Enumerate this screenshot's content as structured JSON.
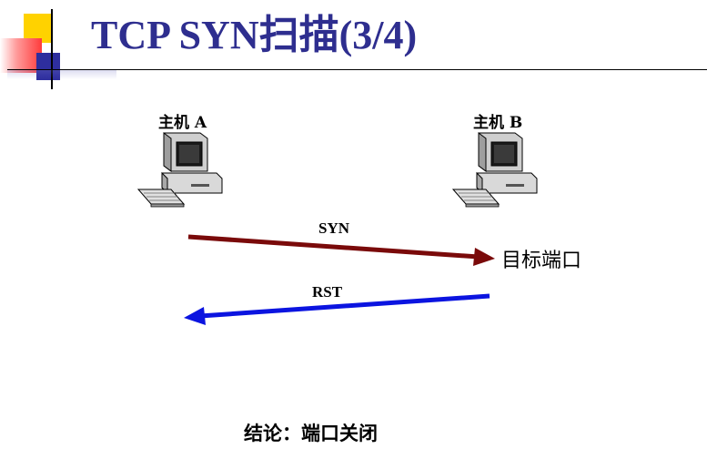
{
  "slide": {
    "title": "TCP SYN扫描(3/4)"
  },
  "hosts": {
    "a": {
      "label": "主机 A",
      "icon": "computer-icon"
    },
    "b": {
      "label": "主机 B",
      "icon": "computer-icon"
    }
  },
  "messages": {
    "syn": {
      "label": "SYN",
      "color": "#7a0a0a",
      "direction": "A-to-B"
    },
    "rst": {
      "label": "RST",
      "color": "#0b14e0",
      "direction": "B-to-A"
    }
  },
  "target": {
    "label": "目标端口"
  },
  "conclusion": {
    "text": "结论：端口关闭"
  },
  "colors": {
    "title": "#2e2e8f",
    "deco_yellow": "#ffd200",
    "deco_red": "#ff3b3b",
    "deco_blue": "#2e2e9e"
  }
}
